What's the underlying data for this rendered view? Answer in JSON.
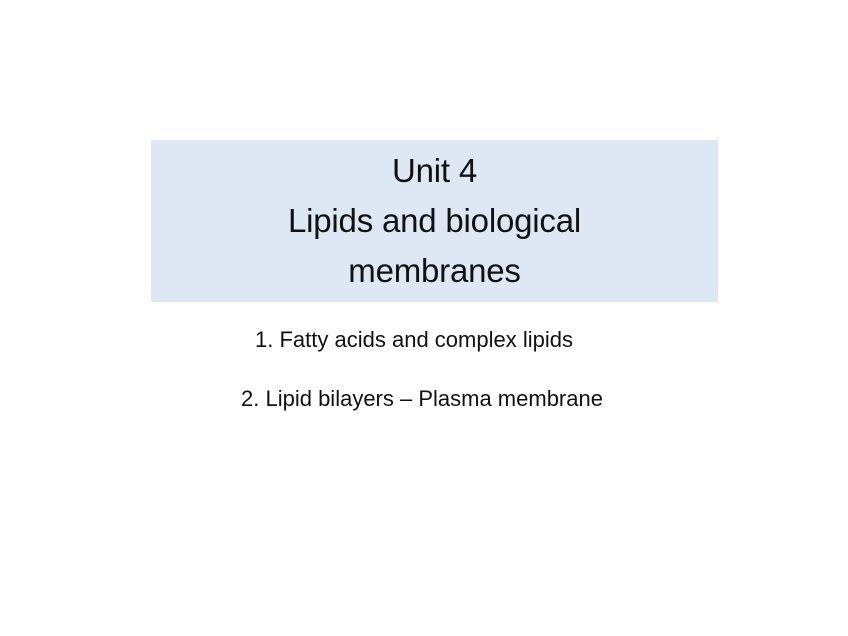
{
  "slide": {
    "title_lines": [
      "Unit 4",
      "Lipids and biological",
      "membranes"
    ],
    "title_background": "#dde8f4",
    "items": [
      "1. Fatty acids and complex lipids",
      "2. Lipid bilayers – Plasma membrane"
    ]
  }
}
